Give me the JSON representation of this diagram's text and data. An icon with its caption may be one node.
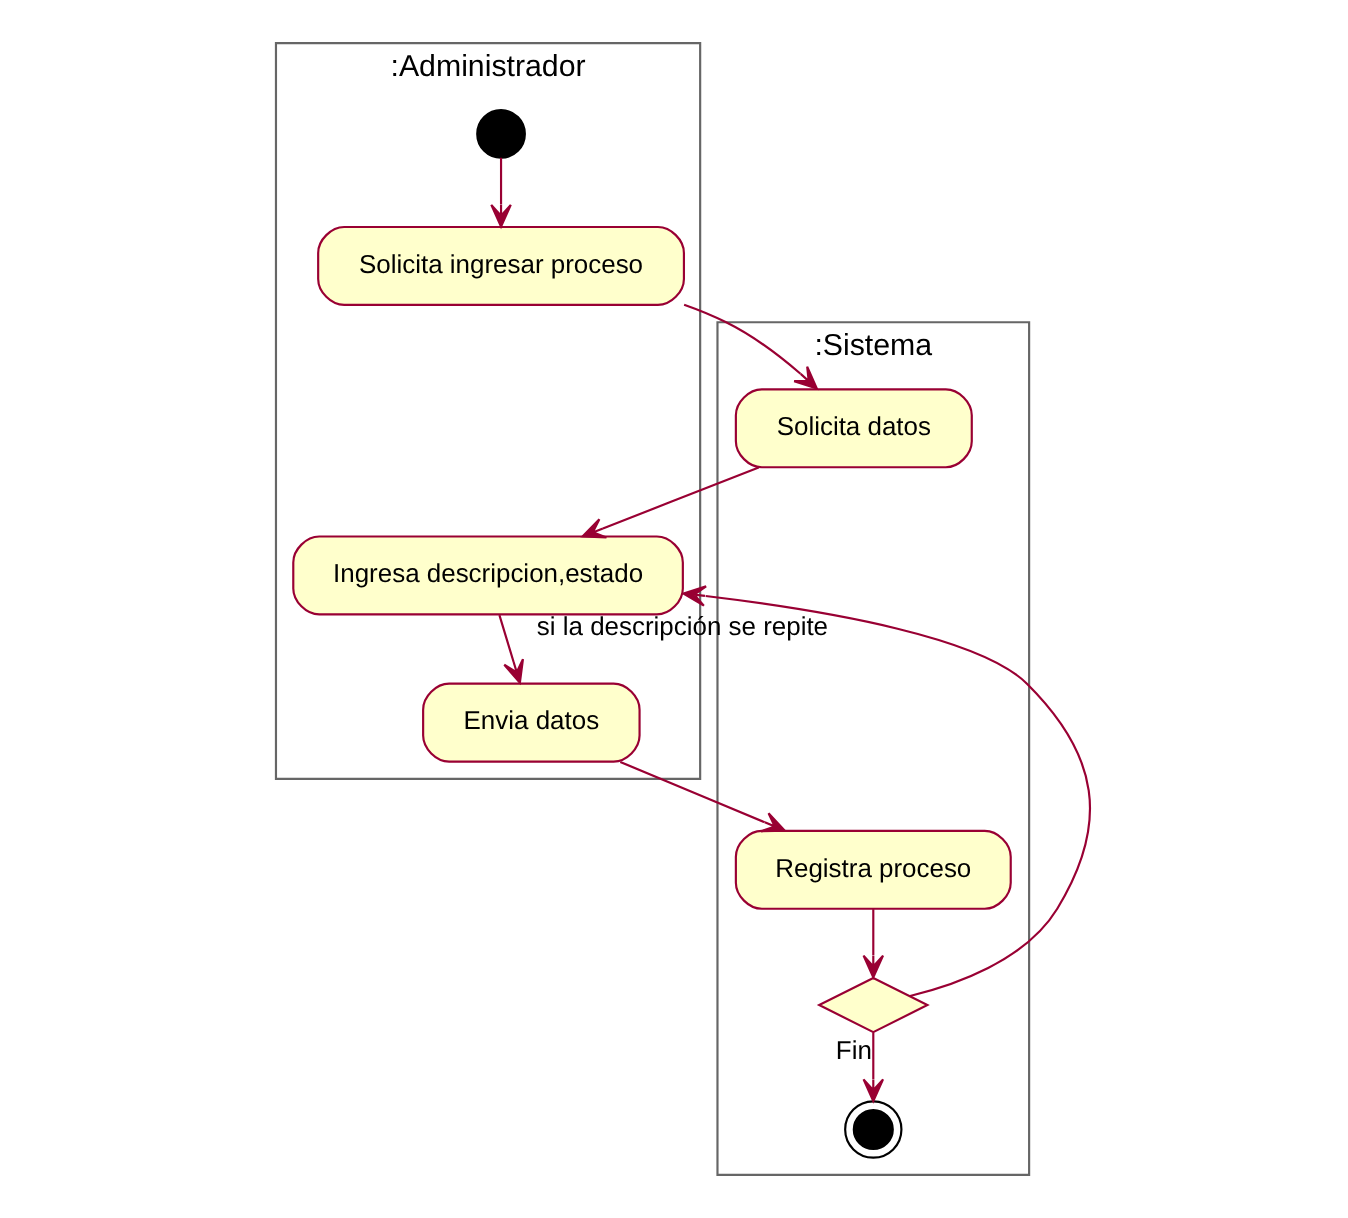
{
  "diagram": {
    "nodes": [
      {
        "text": [
          ":Administrador"
        ]
      },
      {
        "text": [
          ":Sistema"
        ]
      },
      {
        "text": [],
        "shape": "circle",
        "in": 0
      },
      {
        "text": [
          "Solicita ingresar proceso"
        ],
        "in": 0
      },
      {
        "text": [
          "Solicita datos"
        ],
        "in": 1
      },
      {
        "text": [
          "Ingresa descripcion,estado"
        ],
        "in": 0
      },
      {
        "text": [
          "Envia datos"
        ],
        "in": 0
      },
      {
        "text": [
          "Registra proceso"
        ],
        "in": 1
      },
      {
        "text": [],
        "shape": "diamond",
        "in": 1
      },
      {
        "text": [],
        "shape": "bullseye",
        "in": 1
      }
    ],
    "edges": [
      {
        "from": 2,
        "to": 3,
        "arrow": "to"
      },
      {
        "from": 3,
        "to": 4,
        "arrow": "to"
      },
      {
        "from": 4,
        "to": 5,
        "arrow": "to"
      },
      {
        "from": 5,
        "to": 6,
        "arrow": "to"
      },
      {
        "from": 6,
        "to": 7,
        "arrow": "to"
      },
      {
        "from": 7,
        "to": 8,
        "arrow": "to"
      },
      {
        "from": 8,
        "to": 5,
        "arrow": "to",
        "label": "si la descripción se repite"
      },
      {
        "from": 8,
        "to": 9,
        "arrow": "to",
        "label": "Fin"
      }
    ]
  }
}
